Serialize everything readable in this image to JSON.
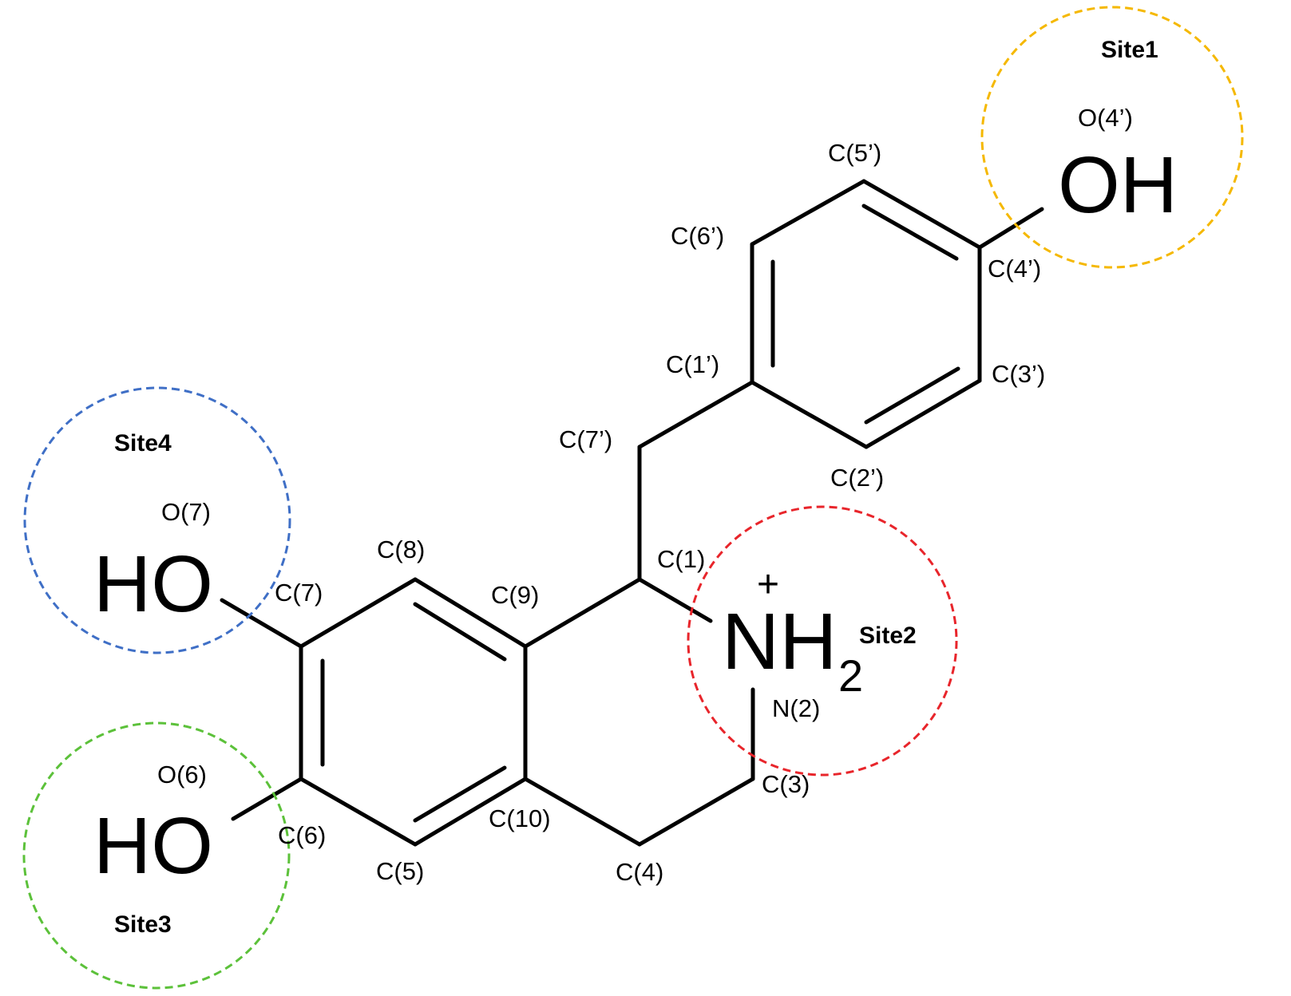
{
  "colors": {
    "site1": "#F5B800",
    "site2": "#E8252B",
    "site3": "#5CC13A",
    "site4": "#3F6FC6",
    "bond": "#000000"
  },
  "sites": {
    "site1": "Site1",
    "site2": "Site2",
    "site3": "Site3",
    "site4": "Site4"
  },
  "groups": {
    "oh_top": "OH",
    "ho_upper_left": "HO",
    "ho_lower_left": "HO",
    "nh2_main": "NH",
    "nh2_sub": "2",
    "nh2_charge": "+"
  },
  "atoms": {
    "o4p": "O(4’)",
    "c5p": "C(5’)",
    "c6p": "C(6’)",
    "c4p": "C(4’)",
    "c1p": "C(1’)",
    "c3p": "C(3’)",
    "c7p": "C(7’)",
    "c2p": "C(2’)",
    "o7": "O(7)",
    "c8": "C(8)",
    "c1": "C(1)",
    "c7": "C(7)",
    "c9": "C(9)",
    "n2": "N(2)",
    "o6": "O(6)",
    "c3": "C(3)",
    "c6": "C(6)",
    "c10": "C(10)",
    "c5": "C(5)",
    "c4": "C(4)"
  }
}
